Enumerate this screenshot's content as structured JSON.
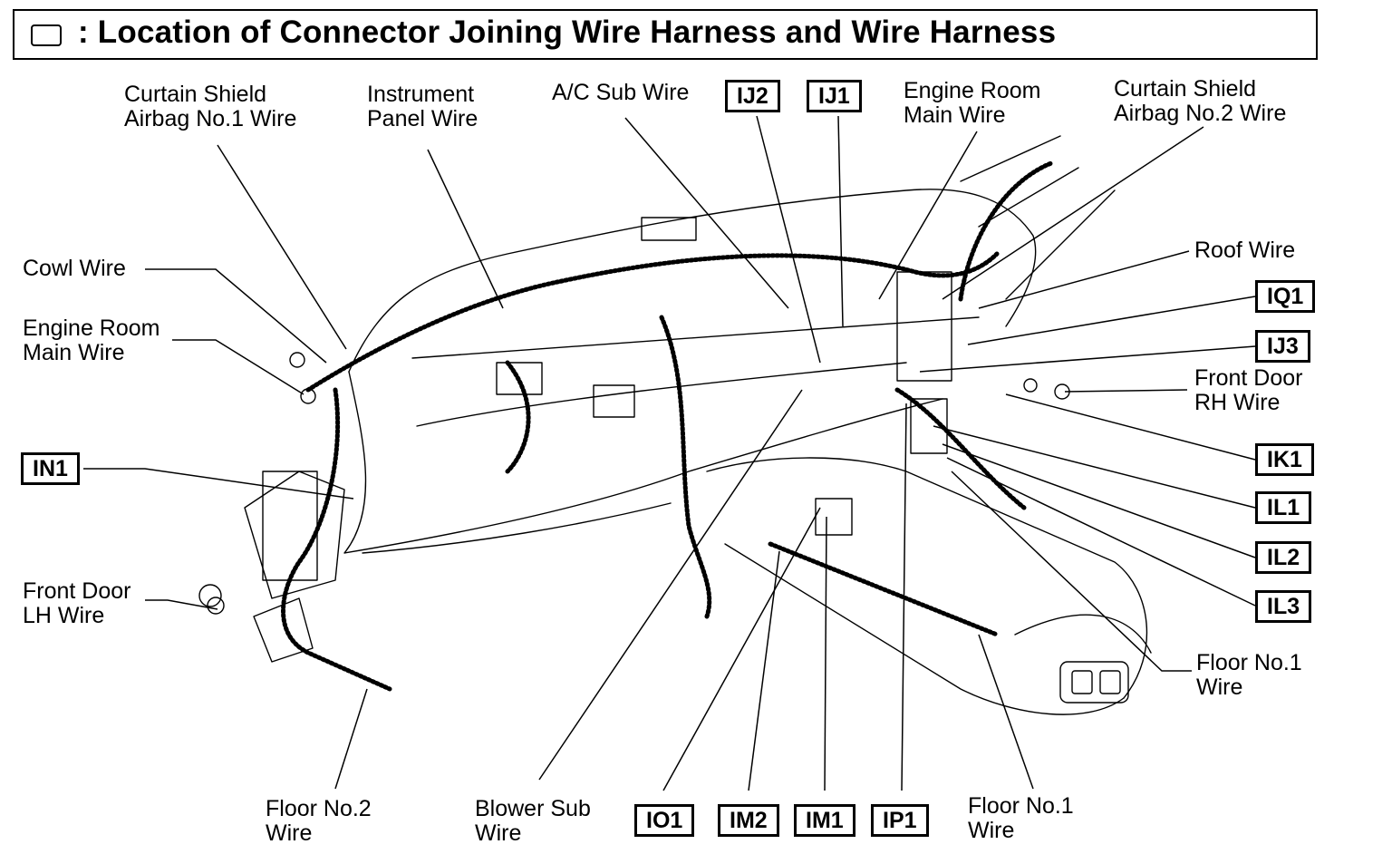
{
  "title": {
    "text": ": Location of Connector Joining Wire Harness and Wire Harness",
    "legend_icon": "connector-box-icon"
  },
  "labels": {
    "curtain_shield_no1": [
      "Curtain Shield",
      "Airbag No.1 Wire"
    ],
    "instrument_panel": [
      "Instrument",
      "Panel Wire"
    ],
    "ac_sub": [
      "A/C Sub Wire"
    ],
    "engine_room_main_right": [
      "Engine Room",
      "Main Wire"
    ],
    "curtain_shield_no2": [
      "Curtain Shield",
      "Airbag No.2 Wire"
    ],
    "cowl": [
      "Cowl Wire"
    ],
    "engine_room_main_left": [
      "Engine Room",
      "Main Wire"
    ],
    "roof": [
      "Roof Wire"
    ],
    "front_door_rh": [
      "Front Door",
      "RH Wire"
    ],
    "front_door_lh": [
      "Front Door",
      "LH Wire"
    ],
    "floor_no1_right": [
      "Floor No.1",
      "Wire"
    ],
    "floor_no2": [
      "Floor No.2",
      "Wire"
    ],
    "blower_sub": [
      "Blower Sub",
      "Wire"
    ],
    "floor_no1_bottom": [
      "Floor No.1",
      "Wire"
    ]
  },
  "codes": {
    "ij2": "IJ2",
    "ij1": "IJ1",
    "iq1": "IQ1",
    "ij3": "IJ3",
    "in1": "IN1",
    "ik1": "IK1",
    "il1": "IL1",
    "il2": "IL2",
    "il3": "IL3",
    "io1": "IO1",
    "im2": "IM2",
    "im1": "IM1",
    "ip1": "IP1"
  }
}
